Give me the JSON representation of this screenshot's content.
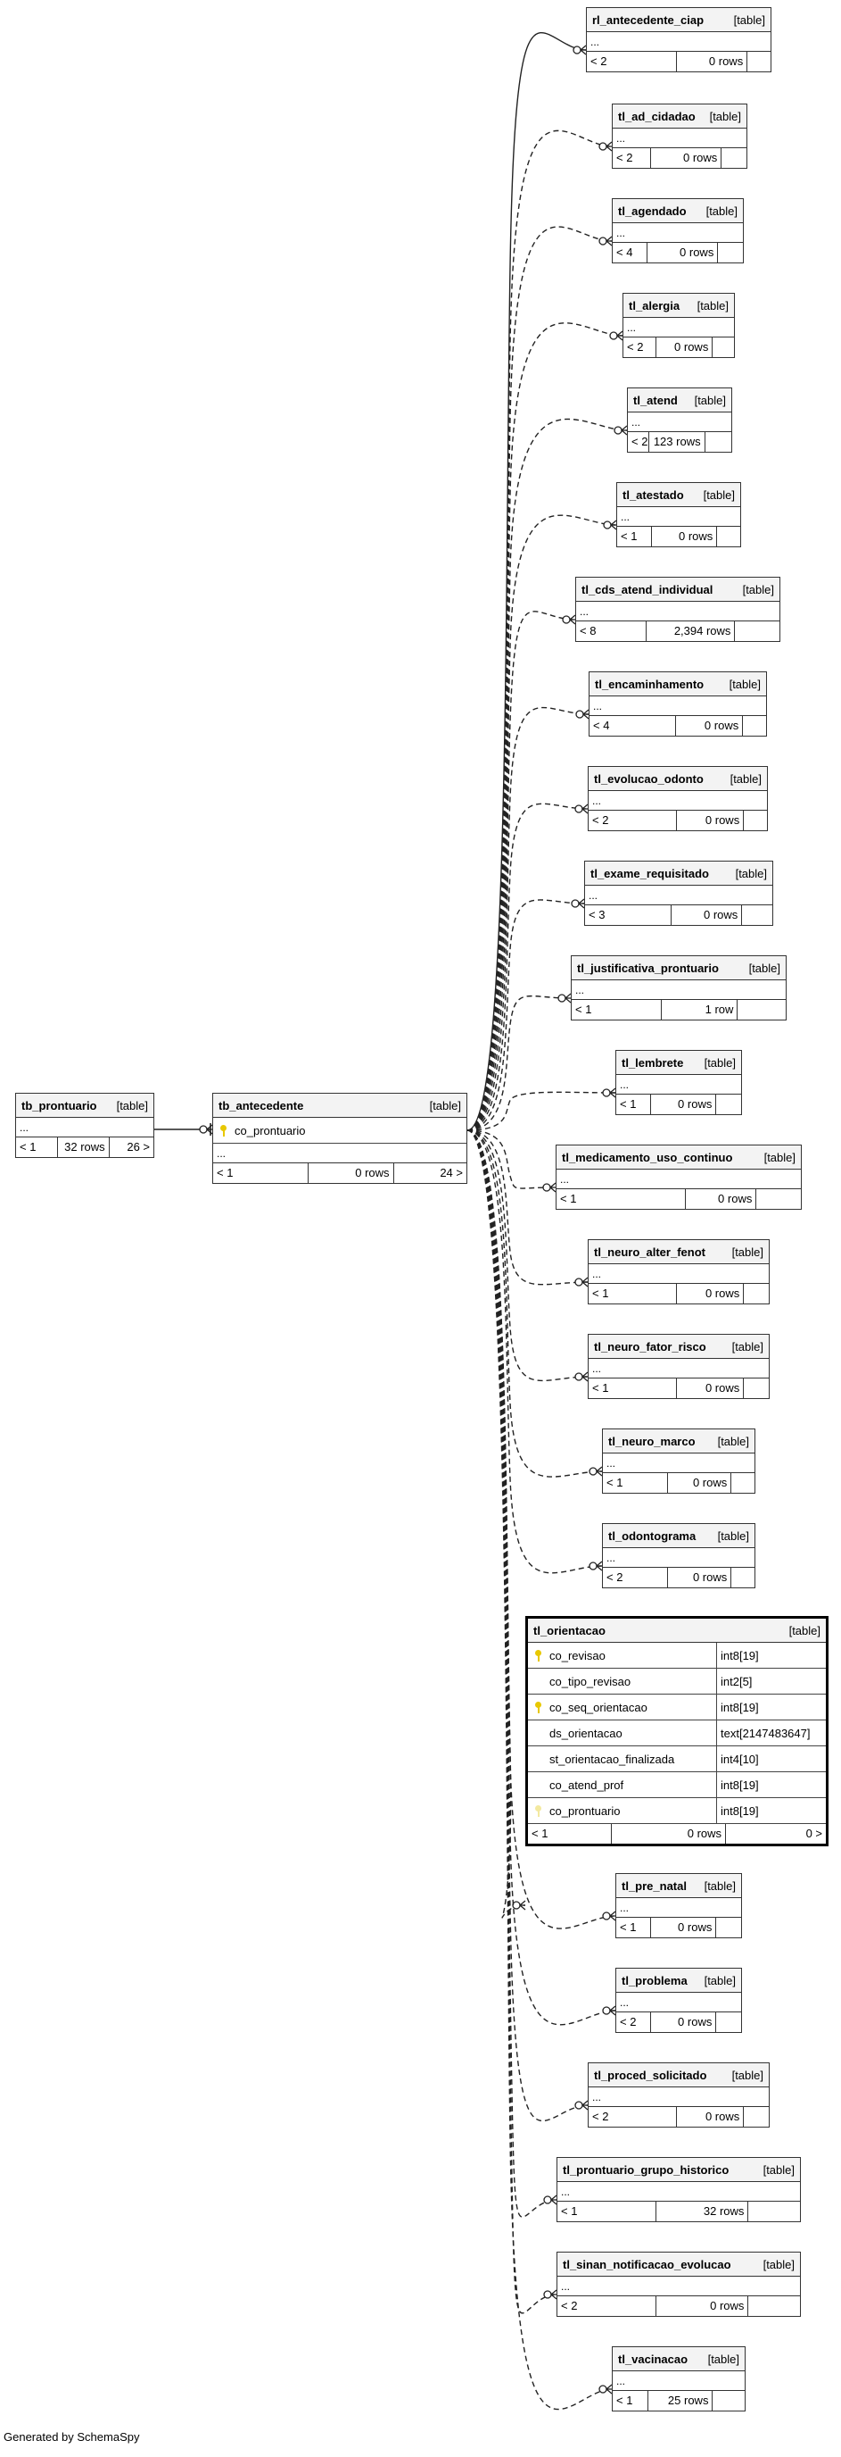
{
  "credit": "Generated by SchemaSpy",
  "tables": [
    {
      "id": "tb_prontuario",
      "name": "tb_prontuario",
      "type": "[table]",
      "ellipsis": "...",
      "parents": "< 1",
      "rows": "32 rows",
      "children": "26 >"
    },
    {
      "id": "tb_antecedente",
      "name": "tb_antecedente",
      "type": "[table]",
      "columns": [
        {
          "name": "co_prontuario",
          "key": "pk"
        }
      ],
      "ellipsis": "...",
      "parents": "< 1",
      "rows": "0 rows",
      "children": "24 >"
    },
    {
      "id": "rl_antecedente_ciap",
      "name": "rl_antecedente_ciap",
      "type": "[table]",
      "ellipsis": "...",
      "parents": "< 2",
      "rows": "0 rows",
      "children": ""
    },
    {
      "id": "tl_ad_cidadao",
      "name": "tl_ad_cidadao",
      "type": "[table]",
      "ellipsis": "...",
      "parents": "< 2",
      "rows": "0 rows",
      "children": ""
    },
    {
      "id": "tl_agendado",
      "name": "tl_agendado",
      "type": "[table]",
      "ellipsis": "...",
      "parents": "< 4",
      "rows": "0 rows",
      "children": ""
    },
    {
      "id": "tl_alergia",
      "name": "tl_alergia",
      "type": "[table]",
      "ellipsis": "...",
      "parents": "< 2",
      "rows": "0 rows",
      "children": ""
    },
    {
      "id": "tl_atend",
      "name": "tl_atend",
      "type": "[table]",
      "ellipsis": "...",
      "parents": "< 2",
      "rows": "123 rows",
      "children": ""
    },
    {
      "id": "tl_atestado",
      "name": "tl_atestado",
      "type": "[table]",
      "ellipsis": "...",
      "parents": "< 1",
      "rows": "0 rows",
      "children": ""
    },
    {
      "id": "tl_cds_atend_individual",
      "name": "tl_cds_atend_individual",
      "type": "[table]",
      "ellipsis": "...",
      "parents": "< 8",
      "rows": "2,394 rows",
      "children": ""
    },
    {
      "id": "tl_encaminhamento",
      "name": "tl_encaminhamento",
      "type": "[table]",
      "ellipsis": "...",
      "parents": "< 4",
      "rows": "0 rows",
      "children": ""
    },
    {
      "id": "tl_evolucao_odonto",
      "name": "tl_evolucao_odonto",
      "type": "[table]",
      "ellipsis": "...",
      "parents": "< 2",
      "rows": "0 rows",
      "children": ""
    },
    {
      "id": "tl_exame_requisitado",
      "name": "tl_exame_requisitado",
      "type": "[table]",
      "ellipsis": "...",
      "parents": "< 3",
      "rows": "0 rows",
      "children": ""
    },
    {
      "id": "tl_justificativa_prontuario",
      "name": "tl_justificativa_prontuario",
      "type": "[table]",
      "ellipsis": "...",
      "parents": "< 1",
      "rows": "1 row",
      "children": ""
    },
    {
      "id": "tl_lembrete",
      "name": "tl_lembrete",
      "type": "[table]",
      "ellipsis": "...",
      "parents": "< 1",
      "rows": "0 rows",
      "children": ""
    },
    {
      "id": "tl_medicamento_uso_continuo",
      "name": "tl_medicamento_uso_continuo",
      "type": "[table]",
      "ellipsis": "...",
      "parents": "< 1",
      "rows": "0 rows",
      "children": ""
    },
    {
      "id": "tl_neuro_alter_fenot",
      "name": "tl_neuro_alter_fenot",
      "type": "[table]",
      "ellipsis": "...",
      "parents": "< 1",
      "rows": "0 rows",
      "children": ""
    },
    {
      "id": "tl_neuro_fator_risco",
      "name": "tl_neuro_fator_risco",
      "type": "[table]",
      "ellipsis": "...",
      "parents": "< 1",
      "rows": "0 rows",
      "children": ""
    },
    {
      "id": "tl_neuro_marco",
      "name": "tl_neuro_marco",
      "type": "[table]",
      "ellipsis": "...",
      "parents": "< 1",
      "rows": "0 rows",
      "children": ""
    },
    {
      "id": "tl_odontograma",
      "name": "tl_odontograma",
      "type": "[table]",
      "ellipsis": "...",
      "parents": "< 2",
      "rows": "0 rows",
      "children": ""
    },
    {
      "id": "tl_orientacao",
      "name": "tl_orientacao",
      "type": "[table]",
      "columns": [
        {
          "name": "co_revisao",
          "type": "int8[19]",
          "key": "pk"
        },
        {
          "name": "co_tipo_revisao",
          "type": "int2[5]",
          "key": ""
        },
        {
          "name": "co_seq_orientacao",
          "type": "int8[19]",
          "key": "pk"
        },
        {
          "name": "ds_orientacao",
          "type": "text[2147483647]",
          "key": ""
        },
        {
          "name": "st_orientacao_finalizada",
          "type": "int4[10]",
          "key": ""
        },
        {
          "name": "co_atend_prof",
          "type": "int8[19]",
          "key": ""
        },
        {
          "name": "co_prontuario",
          "type": "int8[19]",
          "key": "fk"
        }
      ],
      "parents": "< 1",
      "rows": "0 rows",
      "children": "0 >"
    },
    {
      "id": "tl_pre_natal",
      "name": "tl_pre_natal",
      "type": "[table]",
      "ellipsis": "...",
      "parents": "< 1",
      "rows": "0 rows",
      "children": ""
    },
    {
      "id": "tl_problema",
      "name": "tl_problema",
      "type": "[table]",
      "ellipsis": "...",
      "parents": "< 2",
      "rows": "0 rows",
      "children": ""
    },
    {
      "id": "tl_proced_solicitado",
      "name": "tl_proced_solicitado",
      "type": "[table]",
      "ellipsis": "...",
      "parents": "< 2",
      "rows": "0 rows",
      "children": ""
    },
    {
      "id": "tl_prontuario_grupo_historico",
      "name": "tl_prontuario_grupo_historico",
      "type": "[table]",
      "ellipsis": "...",
      "parents": "< 1",
      "rows": "32 rows",
      "children": ""
    },
    {
      "id": "tl_sinan_notificacao_evolucao",
      "name": "tl_sinan_notificacao_evolucao",
      "type": "[table]",
      "ellipsis": "...",
      "parents": "< 2",
      "rows": "0 rows",
      "children": ""
    },
    {
      "id": "tl_vacinacao",
      "name": "tl_vacinacao",
      "type": "[table]",
      "ellipsis": "...",
      "parents": "< 1",
      "rows": "25 rows",
      "children": ""
    }
  ]
}
